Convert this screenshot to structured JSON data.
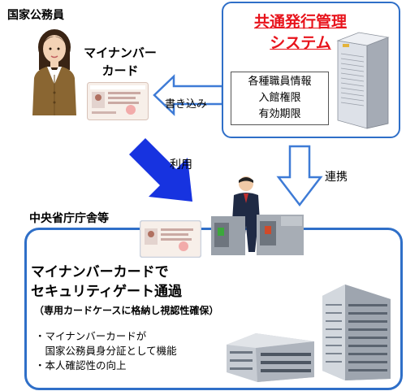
{
  "heading_civil_servant": "国家公務員",
  "card_label_lines": [
    "マイナンバー",
    "カード"
  ],
  "system": {
    "title_lines": [
      "共通発行管理",
      "システム"
    ],
    "info_lines": [
      "各種職員情報",
      "入館権限",
      "有効期限"
    ]
  },
  "arrows": {
    "write": "書き込み",
    "use": "利用",
    "link": "連携"
  },
  "office": {
    "heading": "中央省庁庁舎等",
    "title_lines": [
      "マイナンバーカードで",
      "セキュリティゲート通過"
    ],
    "subtitle": "（専用カードケースに格納し視認性確保）",
    "bullets": [
      "・マイナンバーカードが",
      "　国家公務員身分証として機能",
      "・本人確認性の向上"
    ]
  },
  "colors": {
    "accent_blue": "#2f6fc8",
    "title_red": "#e8141c",
    "arrow_blue": "#1733e0"
  }
}
